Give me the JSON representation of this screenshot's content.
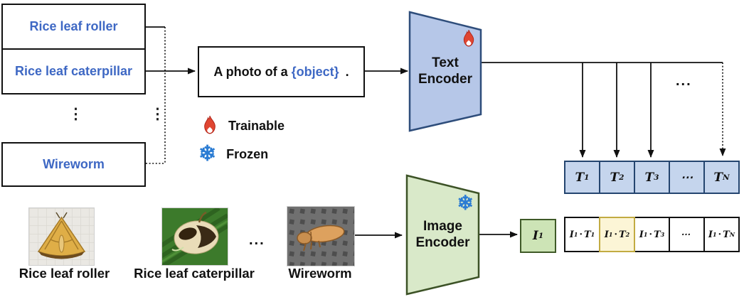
{
  "colors": {
    "class_text_blue": "#3e68c4",
    "object_token_blue": "#3e68c4",
    "text_encoder_fill": "#b6c7e8",
    "text_encoder_border": "#2e4d7b",
    "text_embedding_cell_fill": "#c5d5ed",
    "text_embedding_cell_border": "#24456f",
    "image_encoder_fill": "#d9e9c9",
    "image_encoder_border": "#3c5226",
    "image_embedding_fill": "#cde4b6",
    "image_embedding_border": "#3f5a28",
    "highlight_cell_fill": "#fcf5d6",
    "highlight_cell_border": "#c2ab42",
    "flame_red": "#e04632",
    "snowflake_blue": "#2b7cd3"
  },
  "class_list": {
    "items": [
      "Rice leaf roller",
      "Rice leaf caterpillar",
      "Wireworm"
    ]
  },
  "ellipses": {
    "vertical": "⋮",
    "horizontal": "...",
    "cell": "⋯"
  },
  "prompt": {
    "prefix": "A photo of a",
    "object_token": "{object}",
    "suffix": " ."
  },
  "legend": {
    "trainable_label": "Trainable",
    "frozen_label": "Frozen",
    "snowflake_glyph": "❄"
  },
  "text_encoder": {
    "line1": "Text",
    "line2": "Encoder"
  },
  "image_encoder": {
    "line1": "Image",
    "line2": "Encoder"
  },
  "text_embeddings": [
    {
      "base": "T",
      "sub": "1"
    },
    {
      "base": "T",
      "sub": "2"
    },
    {
      "base": "T",
      "sub": "3"
    },
    {
      "base": "⋯",
      "sub": ""
    },
    {
      "base": "T",
      "sub": "N"
    }
  ],
  "image_embedding": {
    "base": "I",
    "sub": "1"
  },
  "similarity": {
    "cells": [
      {
        "l": "I",
        "ls": "1",
        "op": "·",
        "r": "T",
        "rs": "1"
      },
      {
        "l": "I",
        "ls": "1",
        "op": "·",
        "r": "T",
        "rs": "2"
      },
      {
        "l": "I",
        "ls": "1",
        "op": "·",
        "r": "T",
        "rs": "3"
      },
      {
        "l": "⋯",
        "ls": "",
        "op": "",
        "r": "",
        "rs": ""
      },
      {
        "l": "I",
        "ls": "1",
        "op": "·",
        "r": "T",
        "rs": "N"
      }
    ],
    "highlighted_index": 1
  },
  "gallery": {
    "items": [
      {
        "label": "Rice leaf roller"
      },
      {
        "label": "Rice leaf caterpillar"
      },
      {
        "label": "Wireworm"
      }
    ]
  }
}
